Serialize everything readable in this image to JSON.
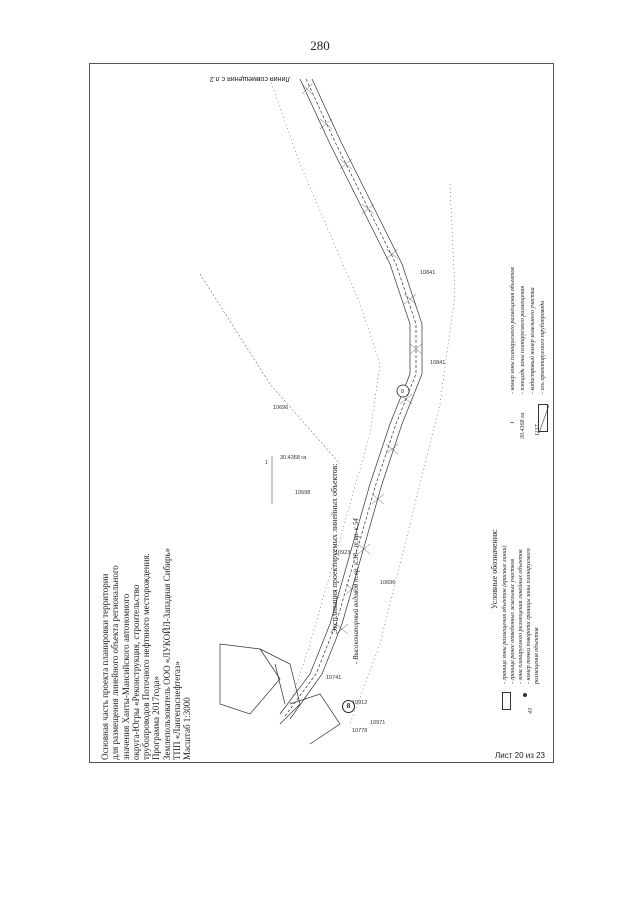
{
  "page_number": "280",
  "title_block": [
    "Основная часть проекта планировки территории",
    "для размещения линейного объекта регионального",
    "значения Ханты-Мансийского автономного",
    "округа-Югры «Реконструкция, строительство",
    "трубопроводов Поточного нефтяного месторождения.",
    "Программа 2017года»",
    "Землепользователь ООО «ЛУКОЙЛ-Западная Сибирь»",
    "ТПП «Лангепаснефтегаз»",
    "Масштаб 1:3000"
  ],
  "spec_title": "Экспликация проектируемых линейных объектов:",
  "spec_items": [
    {
      "num": "8",
      "text": "- Высоконапорный водовод т.вр. к.38 - т.вр. к.54"
    }
  ],
  "legend_title": "Условные обозначения:",
  "legend_left": [
    "- граница зоны размещения объектов (красные линии)",
    "- граница ранее отведенных земельных участков",
    "- зона планируемого размещения линейных объектов",
    "- номер точки поворота границы зоны планируемого",
    "размещения объектов"
  ],
  "legend_point_example": "43",
  "legend_right": [
    "- номер зоны планируемого размещения объектов",
    "- площадь зоны планируемого размещения",
    "- кадастровый номер земельного участка",
    "- ось проектируемого трубопровода"
  ],
  "legend_zone_num": "1",
  "legend_zone_area": "30.4368 га",
  "legend_cadastral": "1137",
  "map_zone_num": "1",
  "map_zone_area": "30.4368 га",
  "map_circle_label": "8",
  "combine_line": "Линия совмещения с л.2",
  "map_labels": [
    "10696",
    "10698",
    "10923",
    "10841",
    "10841",
    "10912",
    "10778",
    "10971",
    "10741",
    "10696"
  ],
  "sheet_label": "Лист 20 из 23"
}
